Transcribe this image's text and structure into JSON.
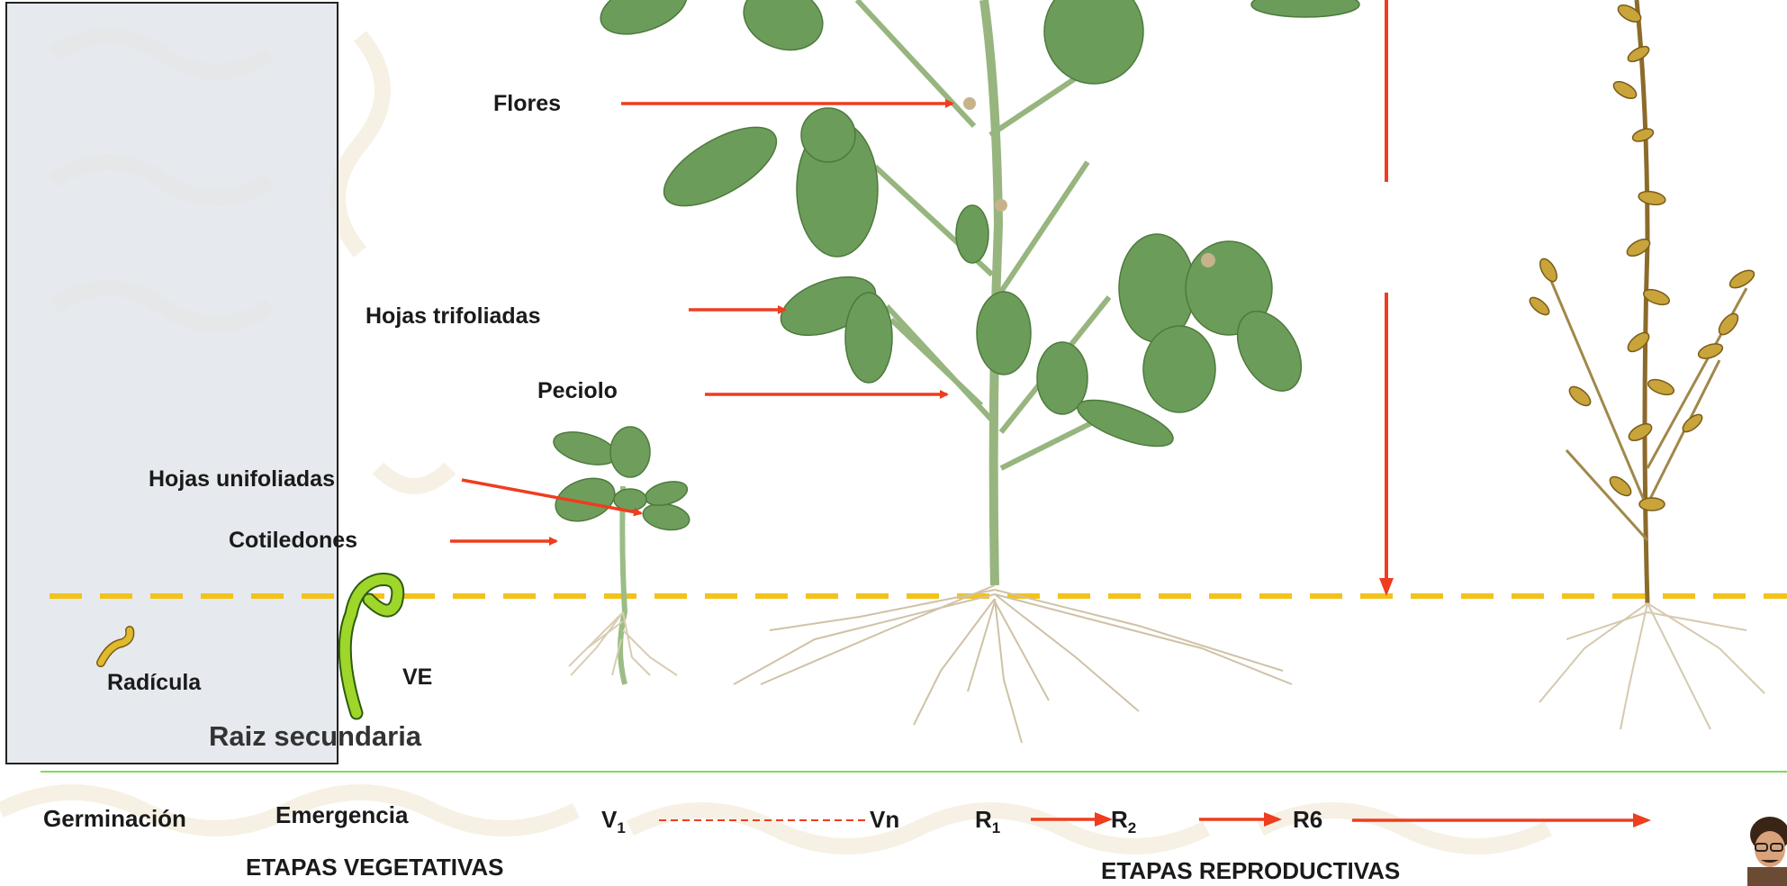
{
  "labels": {
    "flores": "Flores",
    "hojas_trifoliadas": "Hojas trifoliadas",
    "peciolo": "Peciolo",
    "hojas_unifoliadas": "Hojas unifoliadas",
    "cotiledones": "Cotiledones",
    "radicula": "Radícula",
    "ve": "VE",
    "raiz_secundaria": "Raiz secundaria"
  },
  "timeline": {
    "germinacion": "Germinación",
    "emergencia": "Emergencia",
    "v1_base": "V",
    "v1_sub": "1",
    "vn": "Vn",
    "r1_base": "R",
    "r1_sub": "1",
    "r2_base": "R",
    "r2_sub": "2",
    "r6": "R6",
    "etapas_vegetativas": "ETAPAS VEGETATIVAS",
    "etapas_reproductivas": "ETAPAS REPRODUCTIVAS"
  },
  "colors": {
    "arrow": "#ee3d1f",
    "soil_line": "#f3c21b",
    "divider": "#7ddc5a",
    "leaf": "#6f9e5c",
    "stem": "#8fb37a",
    "root": "#d8cdb3",
    "dry_plant": "#b9912f"
  }
}
